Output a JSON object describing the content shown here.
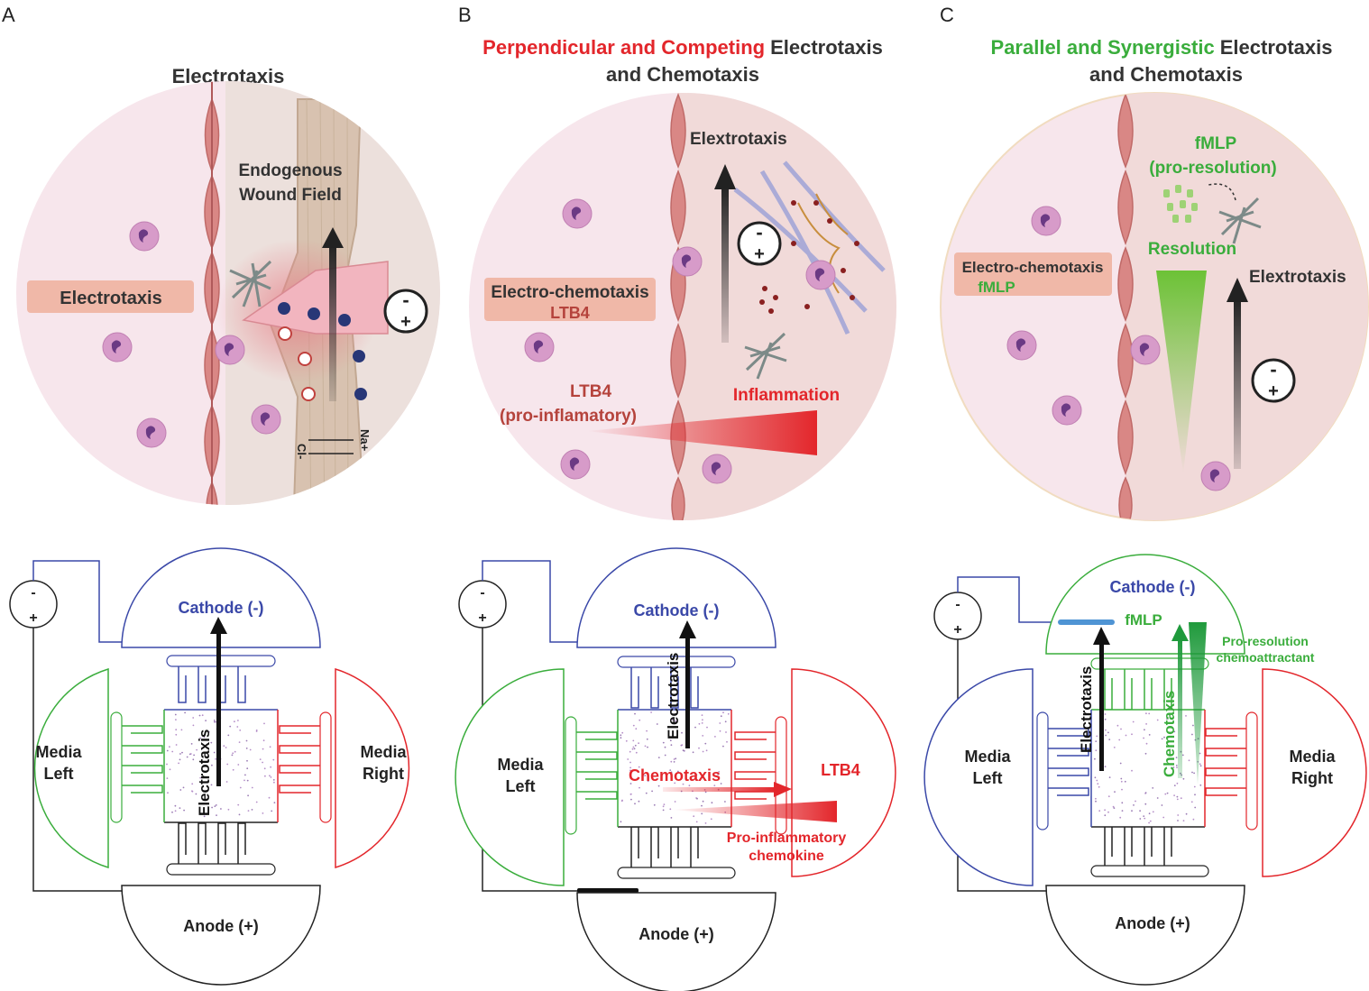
{
  "colors": {
    "red": "#e3262b",
    "green": "#3aad3c",
    "blue": "#3a48a8",
    "dark": "#333333",
    "panel_bg": "#f7e6ec",
    "tissue_bg": "#f0d9d9",
    "cell": "#d98785",
    "label_box": "#f0b8a8",
    "neutrophil": "#d79bc9"
  },
  "panel_a": {
    "letter": "A",
    "title": "Electrotaxis",
    "field_label_1": "Endogenous",
    "field_label_2": "Wound Field",
    "side_label": "Electrotaxis",
    "ion_na": "Na+",
    "ion_cl": "Cl-",
    "battery_minus": "-",
    "battery_plus": "+",
    "device": {
      "source_minus": "-",
      "source_plus": "+",
      "cathode": "Cathode (-)",
      "anode": "Anode (+)",
      "media_left_1": "Media",
      "media_left_2": "Left",
      "media_right_1": "Media",
      "media_right_2": "Right",
      "arrow_label": "Electrotaxis"
    }
  },
  "panel_b": {
    "letter": "B",
    "title_red": "Perpendicular and Competing",
    "title_rest": "Electrotaxis",
    "title_line2": "and Chemotaxis",
    "elextrotaxis": "Elextrotaxis",
    "side_label_1": "Electro-chemotaxis",
    "side_label_2": "LTB4",
    "ltb4_1": "LTB4",
    "ltb4_2": "(pro-inflamatory)",
    "inflammation": "Inflammation",
    "battery_minus": "-",
    "battery_plus": "+",
    "device": {
      "source_minus": "-",
      "source_plus": "+",
      "cathode": "Cathode (-)",
      "anode": "Anode (+)",
      "media_left_1": "Media",
      "media_left_2": "Left",
      "arrow_label": "Electrotaxis",
      "chemotaxis": "Chemotaxis",
      "ltb4": "LTB4",
      "pro_1": "Pro-inflammatory",
      "pro_2": "chemokine"
    }
  },
  "panel_c": {
    "letter": "C",
    "title_green": "Parallel and Synergistic",
    "title_rest": "Electrotaxis",
    "title_line2": "and Chemotaxis",
    "fmlp_1": "fMLP",
    "fmlp_2": "(pro-resolution)",
    "resolution": "Resolution",
    "elextrotaxis": "Elextrotaxis",
    "side_label_1": "Electro-chemotaxis",
    "side_label_2": "fMLP",
    "battery_minus": "-",
    "battery_plus": "+",
    "device": {
      "source_minus": "-",
      "source_plus": "+",
      "cathode": "Cathode (-)",
      "anode": "Anode (+)",
      "fmlp": "fMLP",
      "pro_res_1": "Pro-resolution",
      "pro_res_2": "chemoattractant",
      "media_left_1": "Media",
      "media_left_2": "Left",
      "media_right_1": "Media",
      "media_right_2": "Right",
      "arrow_label": "Electrotaxis",
      "chemotaxis": "Chemotaxis"
    }
  }
}
